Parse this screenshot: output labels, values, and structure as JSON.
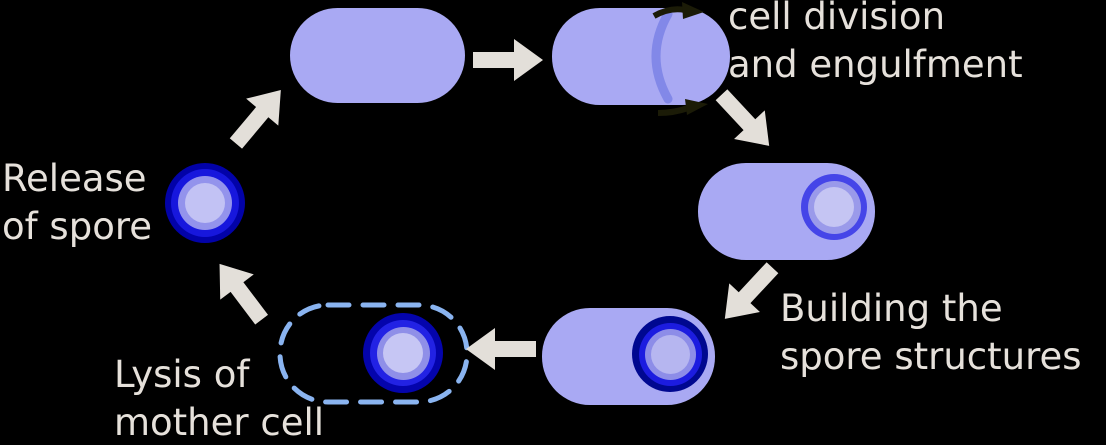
{
  "diagram": {
    "type": "cycle-diagram",
    "subject": "bacterial sporulation life cycle",
    "background_color": "#000000",
    "text_color": "#e6e1db",
    "flow_arrow_color": "#e3dfd9",
    "cell_fill_color": "#a9a9f3",
    "septum_color": "#8288e8",
    "septum_arrow_color": "#1b1b07",
    "lysed_cell_outline_color": "#8ab4f0",
    "spore_colors": {
      "outer_ring": "#0303aa",
      "bright_ring": "#1d1de0",
      "middle_ring": "#9191ec",
      "core": "#c2c2f4"
    },
    "labels": {
      "division": {
        "line1": "cell division",
        "line2": "and engulfment"
      },
      "building": {
        "line1": "Building the",
        "line2": "spore structures"
      },
      "lysis": {
        "line1": "Lysis of",
        "line2": "mother cell"
      },
      "release": {
        "line1": "Release",
        "line2": "of spore"
      }
    }
  }
}
